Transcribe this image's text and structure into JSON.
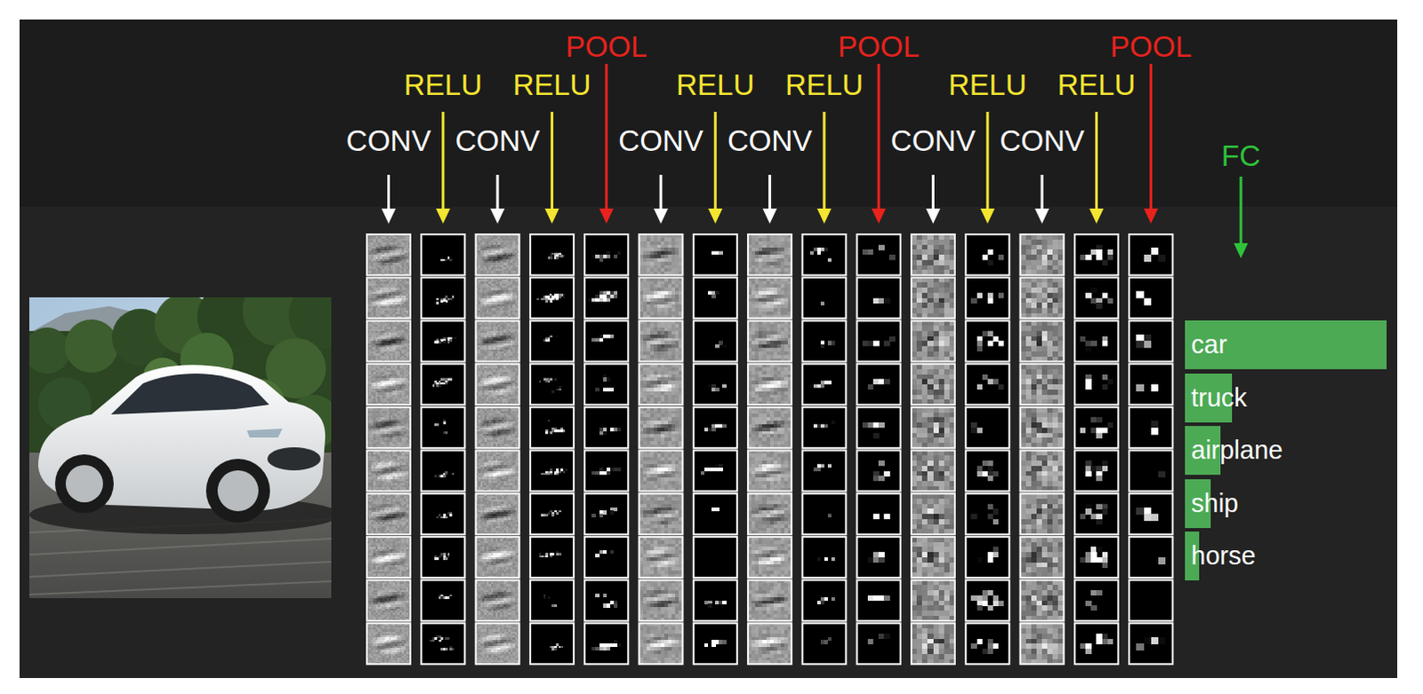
{
  "diagram": {
    "nodes": [
      {
        "text": [
          "car"
        ]
      },
      {
        "text": [
          "truck"
        ]
      },
      {
        "text": [
          "airplane"
        ]
      },
      {
        "text": [
          "ship"
        ]
      },
      {
        "text": [
          "horse"
        ]
      }
    ],
    "labels": [
      "CONV",
      "RELU",
      "CONV",
      "RELU",
      "POOL",
      "CONV",
      "RELU",
      "CONV",
      "RELU",
      "POOL",
      "CONV",
      "RELU",
      "CONV",
      "RELU",
      "POOL",
      "FC"
    ]
  }
}
